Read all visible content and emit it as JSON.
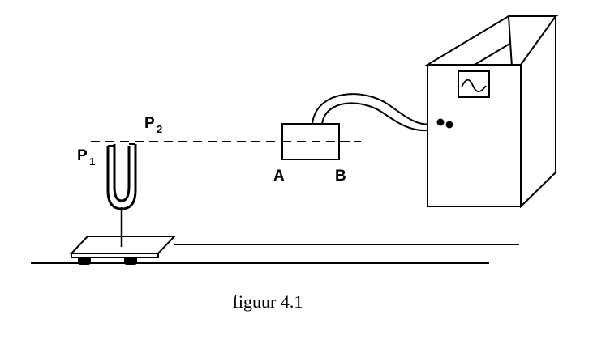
{
  "labels": {
    "p1_main": "P",
    "p1_sub": "1",
    "p2_main": "P",
    "p2_sub": "2",
    "a": "A",
    "b": "B"
  },
  "caption": "figuur 4.1",
  "colors": {
    "ink": "#000000",
    "background": "#ffffff"
  }
}
